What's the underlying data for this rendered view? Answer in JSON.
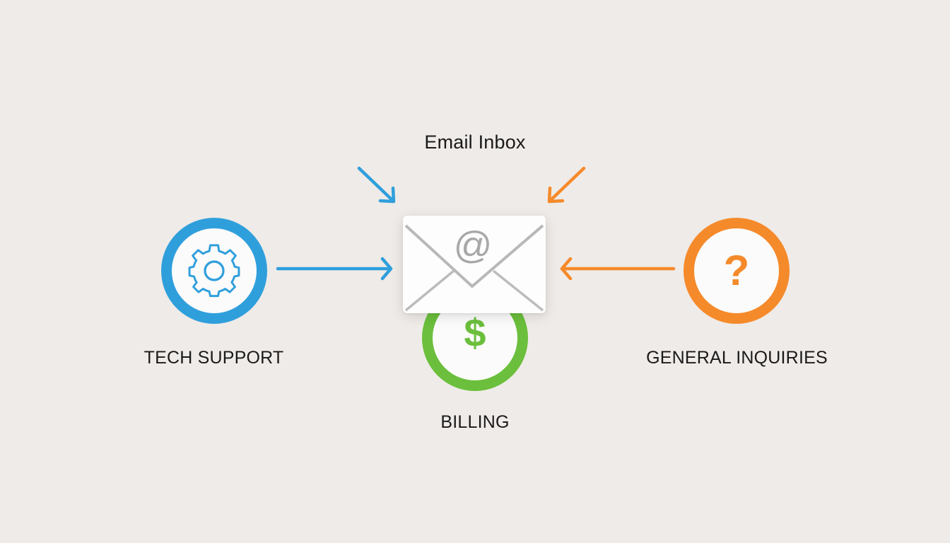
{
  "diagram": {
    "title": "Email Inbox",
    "center": {
      "name": "Email Inbox",
      "icon": "envelope-at-icon",
      "icon_glyph": "@"
    },
    "nodes": [
      {
        "id": "tech-support",
        "label": "TECH SUPPORT",
        "icon": "gear-icon",
        "color": "#2f9fdc",
        "arrow_to": "email-inbox"
      },
      {
        "id": "billing",
        "label": "BILLING",
        "icon": "dollar-icon",
        "icon_glyph": "$",
        "color": "#6bbf3c"
      },
      {
        "id": "general-inquiries",
        "label": "GENERAL INQUIRIES",
        "icon": "question-icon",
        "icon_glyph": "?",
        "color": "#f58a2b",
        "arrow_to": "email-inbox"
      }
    ],
    "colors": {
      "background": "#efebe8",
      "blue": "#2f9fdc",
      "orange": "#f58a2b",
      "green": "#6bbf3c",
      "text": "#1a1a1a"
    }
  }
}
